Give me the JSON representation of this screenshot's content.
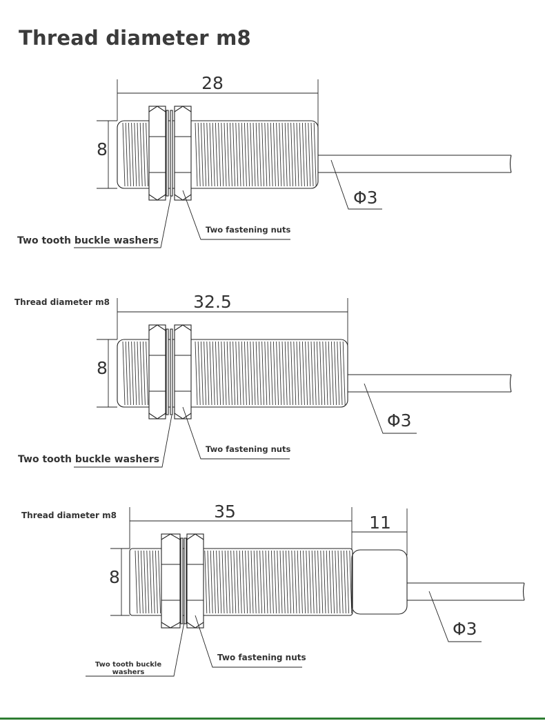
{
  "title": "Thread diameter m8",
  "footer_color": "#2e7d32",
  "diagrams": [
    {
      "length_label": "28",
      "diameter_label": "8",
      "cable_label": "Φ3",
      "washer_label": "Two tooth buckle washers",
      "nut_label": "Two fastening nuts"
    },
    {
      "side_title": "Thread diameter m8",
      "length_label": "32.5",
      "diameter_label": "8",
      "cable_label": "Φ3",
      "washer_label": "Two tooth buckle washers",
      "nut_label": "Two fastening nuts"
    },
    {
      "side_title": "Thread diameter m8",
      "length_label": "35",
      "cap_label": "11",
      "diameter_label": "8",
      "cable_label": "Φ3",
      "washer_label_line1": "Two tooth buckle",
      "washer_label_line2": "washers",
      "nut_label": "Two fastening nuts"
    }
  ]
}
